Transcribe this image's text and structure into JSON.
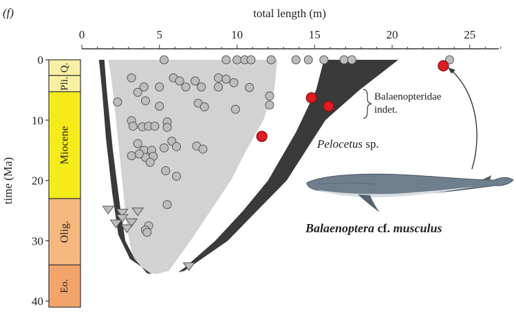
{
  "panel_label": "(f)",
  "chart_data": {
    "type": "scatter",
    "xlabel": "total length (m)",
    "ylabel": "time (Ma)",
    "xlim": [
      0,
      27
    ],
    "ylim": [
      0,
      40
    ],
    "y_inverted": true,
    "x_axis_position": "top",
    "x_ticks": [
      0,
      5,
      10,
      15,
      20,
      25
    ],
    "y_ticks": [
      0,
      10,
      20,
      30,
      40
    ],
    "grid": false,
    "colors": {
      "circle_fill": "#bdbdbd",
      "red_fill": "#e01b22",
      "dark_envelope": "#3a3a3a",
      "light_envelope": "#d2d2d2",
      "marker_edge": "#555555",
      "quaternary": "#f9f0a3",
      "pliocene": "#f9f0a3",
      "miocene": "#f5eb1a",
      "oligocene": "#f6b87f",
      "eocene": "#f2a46b"
    },
    "geologic_periods": [
      {
        "label": "Q.",
        "start": 0,
        "end": 2.6
      },
      {
        "label": "Pli.",
        "start": 2.6,
        "end": 5.3
      },
      {
        "label": "Miocene",
        "start": 5.3,
        "end": 23
      },
      {
        "label": "Olig.",
        "start": 23,
        "end": 34
      },
      {
        "label": "Eo.",
        "start": 34,
        "end": 41
      }
    ],
    "envelopes": [
      {
        "role": "light-envelope",
        "points": [
          [
            1.4,
            0
          ],
          [
            12.6,
            0
          ],
          [
            12.4,
            5
          ],
          [
            11.7,
            10
          ],
          [
            10.6,
            15
          ],
          [
            9.6,
            20
          ],
          [
            8.3,
            25
          ],
          [
            7,
            30
          ],
          [
            5.6,
            35
          ],
          [
            4.8,
            35.5
          ],
          [
            4.3,
            35.3
          ],
          [
            3.3,
            33
          ],
          [
            2.9,
            28
          ],
          [
            2.6,
            20
          ],
          [
            2.2,
            10
          ],
          [
            1.9,
            3
          ],
          [
            1.7,
            0
          ]
        ]
      },
      {
        "role": "dark-envelope",
        "points": [
          [
            15.6,
            0
          ],
          [
            20.4,
            0
          ],
          [
            17.9,
            5
          ],
          [
            15.7,
            10
          ],
          [
            13.2,
            20
          ],
          [
            11.3,
            25
          ],
          [
            9.4,
            30
          ],
          [
            6.6,
            35
          ],
          [
            6.2,
            35.2
          ],
          [
            6.6,
            34.5
          ],
          [
            8.6,
            30
          ],
          [
            10.4,
            25
          ],
          [
            12,
            20
          ],
          [
            13.8,
            12
          ],
          [
            15.1,
            5
          ]
        ]
      },
      {
        "role": "left-strip",
        "points": [
          [
            1.1,
            0
          ],
          [
            1.45,
            0
          ],
          [
            1.6,
            5
          ],
          [
            1.8,
            10
          ],
          [
            2,
            15
          ],
          [
            2.25,
            20
          ],
          [
            2.5,
            25
          ],
          [
            2.8,
            30
          ],
          [
            3.4,
            33
          ],
          [
            4.2,
            35.4
          ],
          [
            4.5,
            35.5
          ],
          [
            3.1,
            33
          ],
          [
            2.35,
            29
          ],
          [
            1.95,
            22
          ],
          [
            1.55,
            13
          ],
          [
            1.3,
            5
          ]
        ]
      }
    ],
    "series": [
      {
        "marker": "circle",
        "points": [
          [
            5.3,
            0
          ],
          [
            9.3,
            0
          ],
          [
            10,
            0
          ],
          [
            10.5,
            0
          ],
          [
            10.9,
            0
          ],
          [
            12.2,
            0
          ],
          [
            13.8,
            0
          ],
          [
            14.6,
            0
          ],
          [
            15.6,
            0
          ],
          [
            16.9,
            0
          ],
          [
            17.4,
            0
          ],
          [
            23.7,
            0
          ],
          [
            3.2,
            3
          ],
          [
            5.9,
            3
          ],
          [
            6.3,
            3.5
          ],
          [
            7.3,
            3.5
          ],
          [
            8.8,
            3
          ],
          [
            9.3,
            3.2
          ],
          [
            9.8,
            3.8
          ],
          [
            4,
            4.5
          ],
          [
            5,
            4.5
          ],
          [
            6.7,
            4.5
          ],
          [
            7.7,
            4.5
          ],
          [
            8.8,
            4.5
          ],
          [
            10.8,
            4.6
          ],
          [
            3.6,
            5.4
          ],
          [
            12.1,
            6
          ],
          [
            2.3,
            7
          ],
          [
            4.1,
            6.8
          ],
          [
            7.5,
            7.2
          ],
          [
            12.1,
            7.5
          ],
          [
            5,
            7.7
          ],
          [
            7.9,
            7.8
          ],
          [
            9.9,
            8.2
          ],
          [
            3.2,
            10.1
          ],
          [
            5.5,
            10.3
          ],
          [
            3.3,
            11
          ],
          [
            3.9,
            11.1
          ],
          [
            4.3,
            11
          ],
          [
            4.7,
            11
          ],
          [
            5.5,
            11.2
          ],
          [
            3.6,
            13.9
          ],
          [
            5.8,
            13.5
          ],
          [
            6.1,
            14.4
          ],
          [
            7.4,
            14.3
          ],
          [
            7.8,
            14.8
          ],
          [
            5.3,
            14.6
          ],
          [
            4,
            15
          ],
          [
            4.5,
            15
          ],
          [
            4.6,
            16
          ],
          [
            4.1,
            16.2
          ],
          [
            3.7,
            15.6
          ],
          [
            3.2,
            15.9
          ],
          [
            4.4,
            17
          ],
          [
            5.4,
            18.4
          ],
          [
            6.1,
            19.3
          ],
          [
            5.5,
            24
          ],
          [
            4.3,
            27.5
          ],
          [
            4.1,
            28.2
          ],
          [
            4.2,
            28.6
          ]
        ]
      },
      {
        "marker": "triangle",
        "points": [
          [
            1.7,
            24.8
          ],
          [
            2.6,
            25.3
          ],
          [
            3.6,
            25.1
          ],
          [
            2.6,
            26.2
          ],
          [
            3.2,
            26.9
          ],
          [
            2.2,
            27.1
          ],
          [
            2.9,
            27.9
          ],
          [
            6.9,
            34.2
          ]
        ]
      },
      {
        "marker": "red-circle",
        "points": [
          [
            11.6,
            12.7
          ],
          [
            14.8,
            6.3
          ],
          [
            15.9,
            7.7
          ],
          [
            23.3,
            1
          ]
        ]
      }
    ],
    "annotations": {
      "indet_line1": "Balaenopteridae",
      "indet_line2": "indet.",
      "pelocetus_italic": "Pelocetus",
      "pelocetus_rest": " sp.",
      "species_italic": "Balaenoptera",
      "species_mid": " cf. ",
      "species_italic2": "musculus"
    }
  }
}
